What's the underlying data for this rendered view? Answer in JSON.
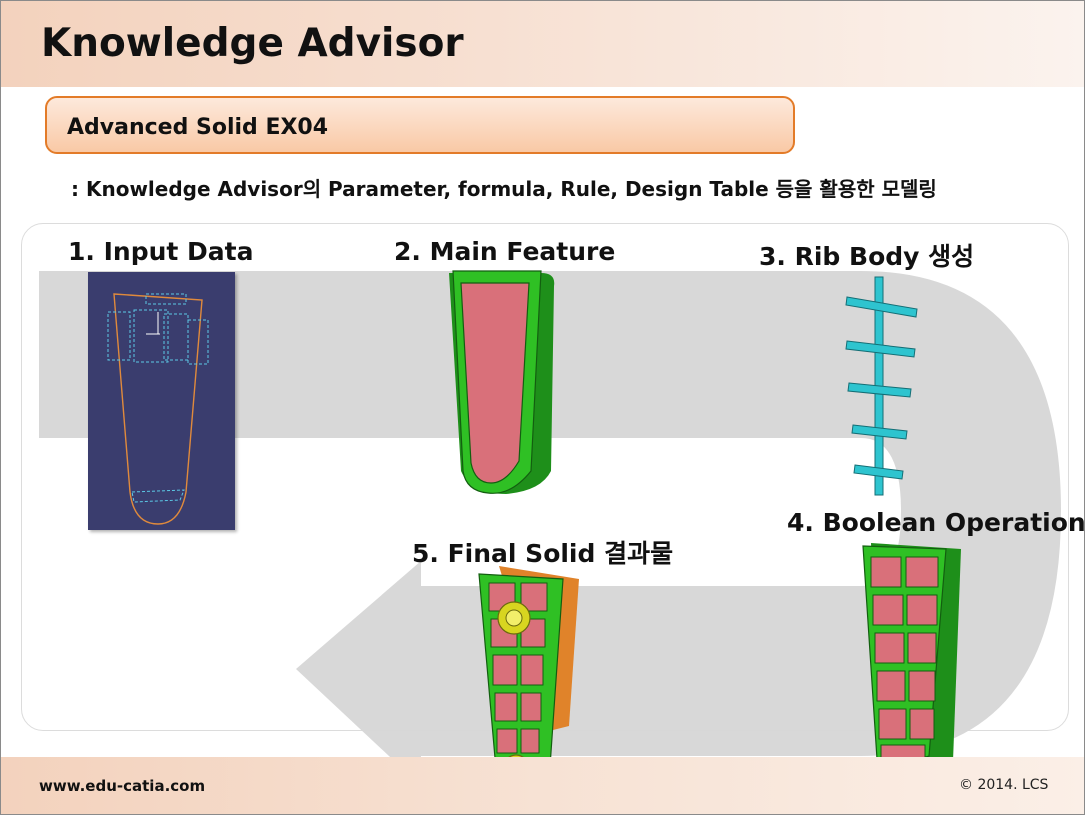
{
  "title": "Knowledge Advisor",
  "subtitle": "Advanced Solid  EX04",
  "description": ": Knowledge Advisor의 Parameter, formula, Rule, Design Table 등을 활용한 모델링",
  "steps": [
    {
      "label": "1. Input  Data"
    },
    {
      "label": "2. Main  Feature"
    },
    {
      "label": "3. Rib  Body  생성"
    },
    {
      "label": "4. Boolean  Operation"
    },
    {
      "label": "5. Final  Solid  결과물"
    }
  ],
  "footer": {
    "url": "www.edu-catia.com",
    "copyright": "© 2014.  LCS"
  },
  "colors": {
    "accent_orange": "#e37b28",
    "part_green": "#22b41c",
    "pocket_pink": "#d9707a",
    "rib_cyan": "#2ec4cf",
    "flow_arrow_gray": "#d6d6d6"
  }
}
